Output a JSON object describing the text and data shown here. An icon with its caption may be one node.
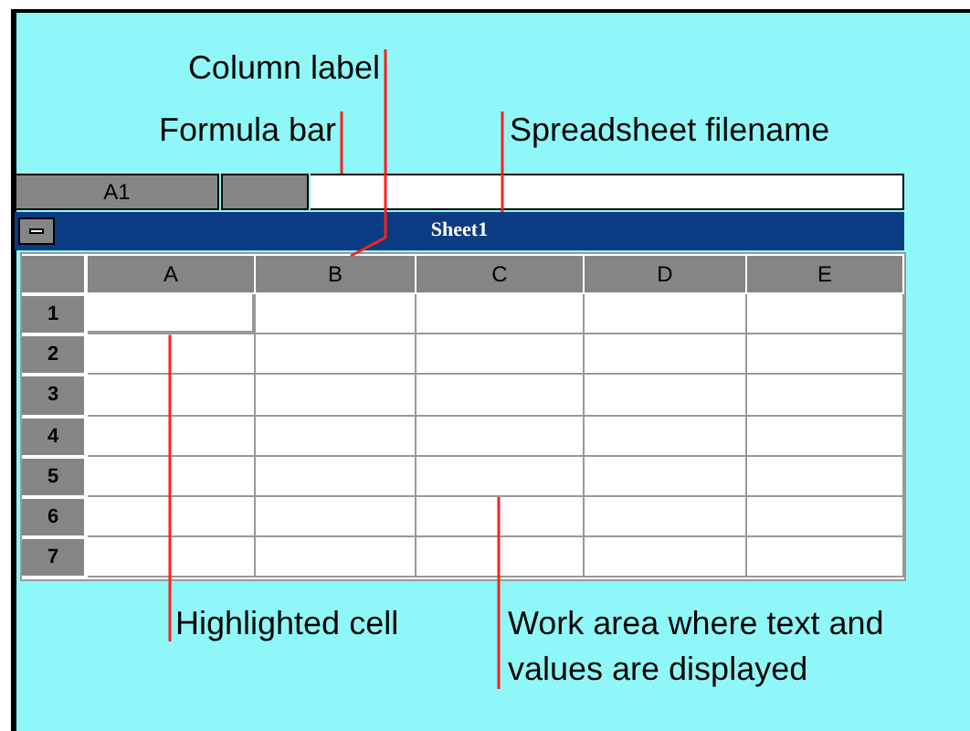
{
  "diagram": {
    "nodes": [
      {
        "text": [
          "Column label"
        ]
      },
      {
        "text": [
          "Formula bar"
        ]
      },
      {
        "text": [
          "Spreadsheet filename"
        ]
      },
      {
        "text": [
          "Highlighted cell"
        ]
      },
      {
        "text": [
          "Work area where text and values are displayed"
        ]
      },
      {
        "text": [
          "A1"
        ]
      },
      {
        "text": [],
        "shape": "box"
      },
      {
        "text": [
          "Sheet1"
        ]
      },
      {
        "text": [
          "A"
        ]
      },
      {
        "text": [
          "B"
        ]
      },
      {
        "text": [
          "C"
        ]
      },
      {
        "text": [
          "D"
        ]
      },
      {
        "text": [
          "E"
        ]
      },
      {
        "text": [],
        "shape": "box"
      },
      {
        "text": [],
        "shape": "box"
      }
    ],
    "edges": [
      {
        "from": 0,
        "to": 9,
        "arrow": "none"
      },
      {
        "from": 1,
        "to": 6,
        "arrow": "none"
      },
      {
        "from": 2,
        "to": 7,
        "arrow": "none"
      },
      {
        "from": 3,
        "to": 13,
        "arrow": "none"
      },
      {
        "from": 4,
        "to": 14,
        "arrow": "none"
      }
    ],
    "labels": [
      "1",
      "2",
      "3",
      "4",
      "5",
      "6",
      "7"
    ]
  }
}
